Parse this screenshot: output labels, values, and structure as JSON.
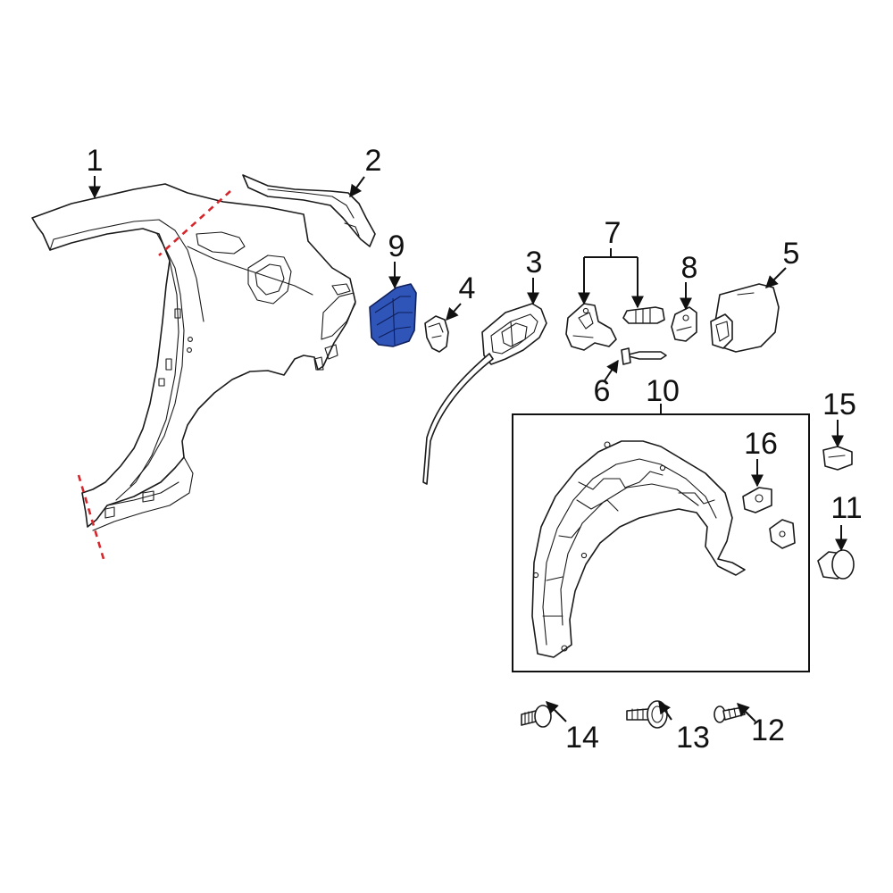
{
  "callouts": {
    "c1": "1",
    "c2": "2",
    "c3": "3",
    "c4": "4",
    "c5": "5",
    "c6": "6",
    "c7": "7",
    "c8": "8",
    "c9": "9",
    "c10": "10",
    "c11": "11",
    "c12": "12",
    "c13": "13",
    "c14": "14",
    "c15": "15",
    "c16": "16"
  },
  "colors": {
    "highlight_part": "#2f55b8",
    "cut_line": "#d6262b",
    "line_art": "#1a1a1a"
  },
  "highlighted_callout": "9"
}
